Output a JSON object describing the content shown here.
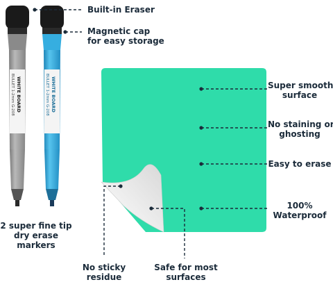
{
  "labels": {
    "eraser": "Built-in Eraser",
    "cap": "Magnetic cap\nfor easy storage",
    "smooth": "Super smooth\nsurface",
    "staining": "No staining or\nghosting",
    "erase": "Easy to erase",
    "waterproof": "100%\nWaterproof",
    "markers": "2 super fine tip\ndry erase\nmarkers",
    "sticky": "No sticky\nresidue",
    "safe": "Safe for most\nsurfaces"
  },
  "marker_print": {
    "gray_brand": "WHITE BOARD",
    "gray_model": "BULLET 1-2mm G-208",
    "blue_brand": "WHITE BOARD",
    "blue_model": "BULLET 1-2mm G-208"
  },
  "colors": {
    "board": "#2fdcaa",
    "gray_marker": "#9b9b9b",
    "blue_marker": "#36aee0",
    "text": "#1b2b3a"
  }
}
